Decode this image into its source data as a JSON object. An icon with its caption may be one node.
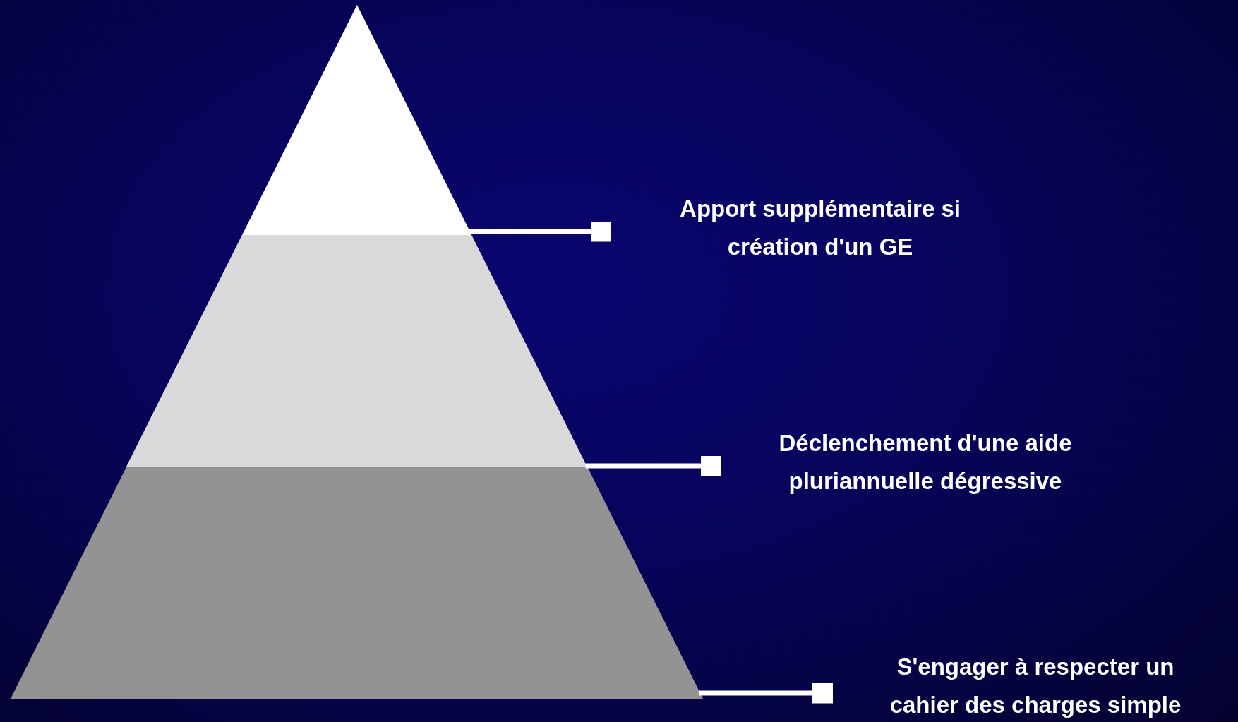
{
  "diagram": {
    "nodes": [
      {
        "text": [],
        "shape": "triangle"
      },
      {
        "text": [],
        "shape": "trapezoid"
      },
      {
        "text": [],
        "shape": "trapezoid"
      },
      {
        "text": [
          "Apport supplémentaire si création d'un GE"
        ]
      },
      {
        "text": [
          "Déclenchement d'une aide pluriannuelle dégressive"
        ]
      },
      {
        "text": [
          "S'engager à respecter un cahier des charges simple"
        ]
      }
    ],
    "edges": [
      {
        "from": 0,
        "to": 3,
        "arrow": "other"
      },
      {
        "from": 1,
        "to": 4,
        "arrow": "other"
      },
      {
        "from": 2,
        "to": 5,
        "arrow": "other"
      }
    ]
  }
}
